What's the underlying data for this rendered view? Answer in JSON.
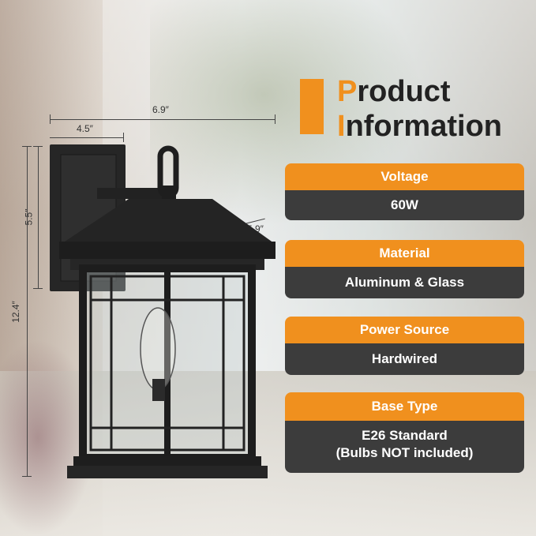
{
  "title": {
    "line1_cap": "P",
    "line1_rest": "roduct",
    "line2_cap": "I",
    "line2_rest": "nformation"
  },
  "specs": [
    {
      "label": "Voltage",
      "value": "60W"
    },
    {
      "label": "Material",
      "value": "Aluminum & Glass"
    },
    {
      "label": "Power Source",
      "value": "Hardwired"
    },
    {
      "label": "Base Type",
      "value": "E26 Standard",
      "value2": "(Bulbs NOT included)"
    }
  ],
  "dimensions": {
    "total_width": "6.9″",
    "backplate_width": "4.5″",
    "backplate_height": "5.5″",
    "total_height": "12.4″",
    "top_depth": "5.9″"
  },
  "colors": {
    "accent": "#f0901e",
    "panel": "#3c3c3c",
    "fixture": "#1f1f1f"
  }
}
